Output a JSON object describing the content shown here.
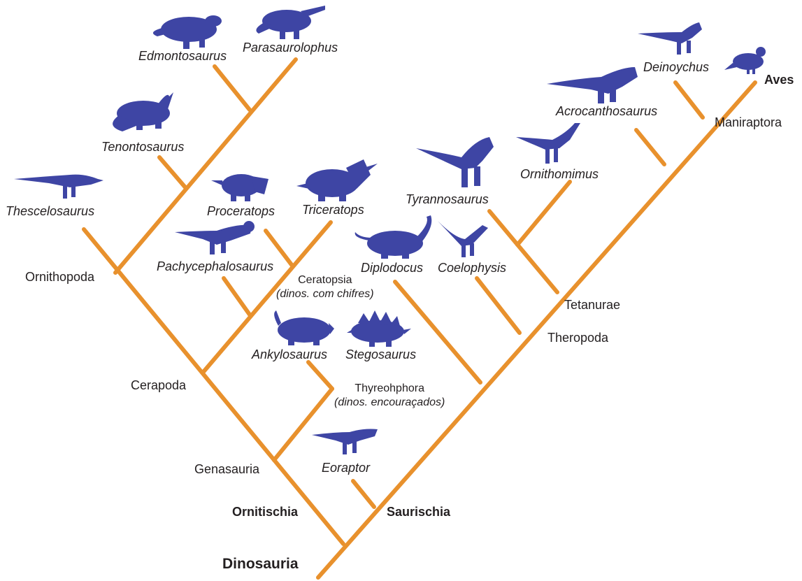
{
  "colors": {
    "branch": "#e8912d",
    "silhouette": "#3e45a4",
    "text": "#231f20"
  },
  "root": "Dinosauria",
  "clades": {
    "ornitischia": "Ornitischia",
    "saurischia": "Saurischia",
    "genasauria": "Genasauria",
    "cerapoda": "Cerapoda",
    "ornithopoda": "Ornithopoda",
    "ceratopsia": "Ceratopsia",
    "ceratopsia_note": "(dinos. com chifres)",
    "thyreophora": "Thyreohphora",
    "thyreophora_note": "(dinos. encouraçados)",
    "theropoda": "Theropoda",
    "tetanurae": "Tetanurae",
    "maniraptora": "Maniraptora",
    "aves": "Aves"
  },
  "taxa": {
    "edmontosaurus": "Edmontosaurus",
    "parasaurolophus": "Parasaurolophus",
    "tenontosaurus": "Tenontosaurus",
    "thescelosaurus": "Thescelosaurus",
    "proceratops": "Proceratops",
    "triceratops": "Triceratops",
    "pachycephalosaurus": "Pachycephalosaurus",
    "ankylosaurus": "Ankylosaurus",
    "stegosaurus": "Stegosaurus",
    "eoraptor": "Eoraptor",
    "diplodocus": "Diplodocus",
    "coelophysis": "Coelophysis",
    "tyrannosaurus": "Tyrannosaurus",
    "ornithomimus": "Ornithomimus",
    "acrocanthosaurus": "Acrocanthosaurus",
    "deinoychus": "Deinoychus"
  },
  "icons": [
    "edmontosaurus-silhouette-icon",
    "parasaurolophus-silhouette-icon",
    "tenontosaurus-silhouette-icon",
    "thescelosaurus-silhouette-icon",
    "proceratops-silhouette-icon",
    "triceratops-silhouette-icon",
    "pachycephalosaurus-silhouette-icon",
    "ankylosaurus-silhouette-icon",
    "stegosaurus-silhouette-icon",
    "eoraptor-silhouette-icon",
    "diplodocus-silhouette-icon",
    "coelophysis-silhouette-icon",
    "tyrannosaurus-silhouette-icon",
    "ornithomimus-silhouette-icon",
    "acrocanthosaurus-silhouette-icon",
    "deinoychus-silhouette-icon",
    "bird-silhouette-icon"
  ]
}
